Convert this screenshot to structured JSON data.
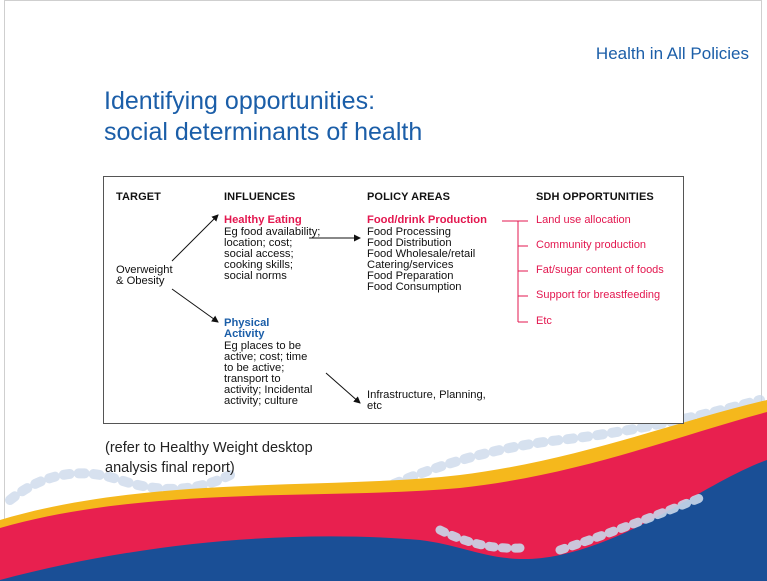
{
  "header": {
    "title": "Health in All Policies"
  },
  "title": {
    "line1": "Identifying opportunities:",
    "line2": "social determinants of health"
  },
  "diagram": {
    "headings": {
      "target": "TARGET",
      "influences": "INFLUENCES",
      "policy_areas": "POLICY AREAS",
      "sdh": "SDH OPPORTUNITIES"
    },
    "target": {
      "line1": "Overweight",
      "line2": "& Obesity"
    },
    "healthy_eating": {
      "heading": "Healthy Eating",
      "lines": [
        "Eg food availability;",
        "location; cost;",
        "social access;",
        "cooking skills;",
        "social norms"
      ]
    },
    "physical_activity": {
      "heading_line1": "Physical",
      "heading_line2": "Activity",
      "lines": [
        "Eg places to be",
        "active; cost; time",
        "to be active;",
        "transport to",
        "activity; Incidental",
        "activity; culture"
      ]
    },
    "food_policy": {
      "heading": "Food/drink Production",
      "lines": [
        "Food Processing",
        "Food Distribution",
        "Food Wholesale/retail",
        "Catering/services",
        "Food Preparation",
        "Food Consumption"
      ]
    },
    "activity_policy": {
      "line1": "Infrastructure, Planning,",
      "line2": "etc"
    },
    "sdh_items": [
      "Land use allocation",
      "Community production",
      "Fat/sugar content of foods",
      "Support for breastfeeding",
      "Etc"
    ]
  },
  "note": {
    "line1": "(refer to Healthy Weight desktop",
    "line2": "analysis final report)"
  },
  "colors": {
    "accent_blue": "#1b5ea8",
    "accent_red": "#e3174f",
    "wave_navy": "#1a4f96",
    "wave_red": "#e8204f",
    "wave_yellow": "#f5b81c"
  }
}
